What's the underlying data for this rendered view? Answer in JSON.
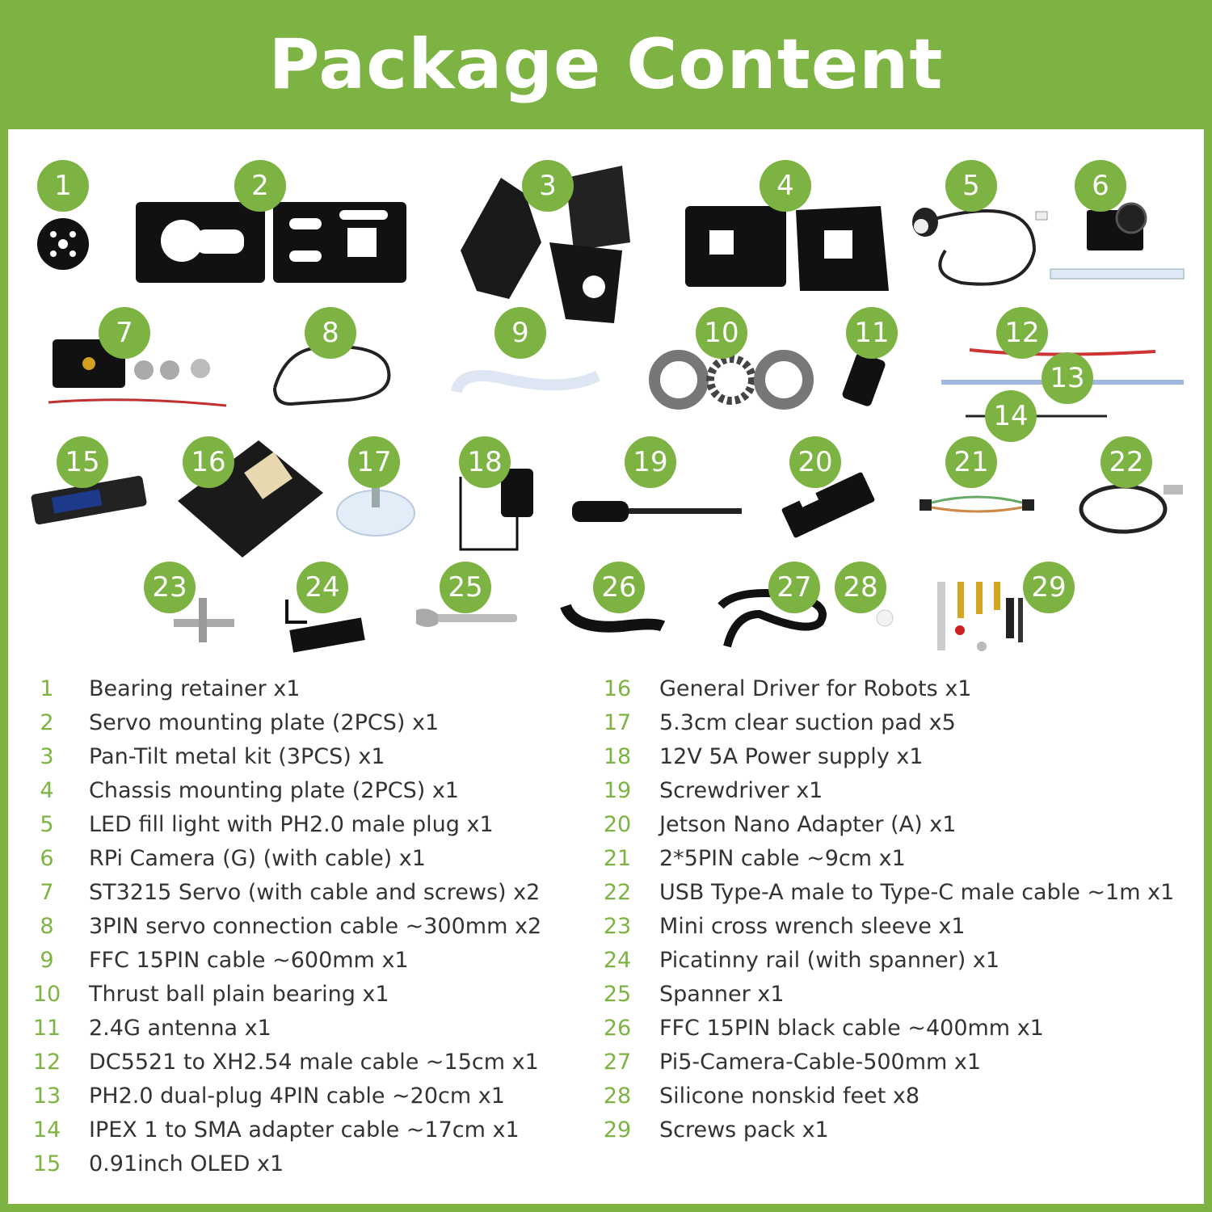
{
  "title": "Package Content",
  "accent_color": "#7cb342",
  "photo_badges": [
    "1",
    "2",
    "3",
    "4",
    "5",
    "6",
    "7",
    "8",
    "9",
    "10",
    "11",
    "12",
    "13",
    "14",
    "15",
    "16",
    "17",
    "18",
    "19",
    "20",
    "21",
    "22",
    "23",
    "24",
    "25",
    "26",
    "27",
    "28",
    "29"
  ],
  "items_left": [
    {
      "num": "1",
      "text": "Bearing retainer x1"
    },
    {
      "num": "2",
      "text": "Servo mounting plate (2PCS) x1"
    },
    {
      "num": "3",
      "text": "Pan-Tilt metal kit (3PCS) x1"
    },
    {
      "num": "4",
      "text": "Chassis mounting plate (2PCS) x1"
    },
    {
      "num": "5",
      "text": "LED fill light with PH2.0 male plug x1"
    },
    {
      "num": "6",
      "text": "RPi Camera (G) (with cable) x1"
    },
    {
      "num": "7",
      "text": "ST3215 Servo (with cable and screws) x2"
    },
    {
      "num": "8",
      "text": "3PIN servo connection cable ~300mm x2"
    },
    {
      "num": "9",
      "text": "FFC 15PIN cable ~600mm x1"
    },
    {
      "num": "10",
      "text": "Thrust ball plain bearing x1"
    },
    {
      "num": "11",
      "text": "2.4G antenna x1"
    },
    {
      "num": "12",
      "text": "DC5521 to XH2.54 male cable ~15cm x1"
    },
    {
      "num": "13",
      "text": "PH2.0 dual-plug 4PIN cable ~20cm x1"
    },
    {
      "num": "14",
      "text": "IPEX 1 to SMA adapter cable ~17cm x1"
    },
    {
      "num": "15",
      "text": "0.91inch OLED x1"
    }
  ],
  "items_right": [
    {
      "num": "16",
      "text": "General Driver for Robots x1"
    },
    {
      "num": "17",
      "text": "5.3cm clear suction pad x5"
    },
    {
      "num": "18",
      "text": "12V 5A Power supply x1"
    },
    {
      "num": "19",
      "text": "Screwdriver x1"
    },
    {
      "num": "20",
      "text": "Jetson Nano Adapter (A) x1"
    },
    {
      "num": "21",
      "text": "2*5PIN cable ~9cm x1"
    },
    {
      "num": "22",
      "text": "USB Type-A male to Type-C male cable ~1m x1"
    },
    {
      "num": "23",
      "text": "Mini cross wrench sleeve x1"
    },
    {
      "num": "24",
      "text": "Picatinny rail (with spanner) x1"
    },
    {
      "num": "25",
      "text": "Spanner x1"
    },
    {
      "num": "26",
      "text": "FFC 15PIN black cable ~400mm x1"
    },
    {
      "num": "27",
      "text": "Pi5-Camera-Cable-500mm x1"
    },
    {
      "num": "28",
      "text": "Silicone nonskid feet x8"
    },
    {
      "num": "29",
      "text": "Screws pack x1"
    }
  ]
}
